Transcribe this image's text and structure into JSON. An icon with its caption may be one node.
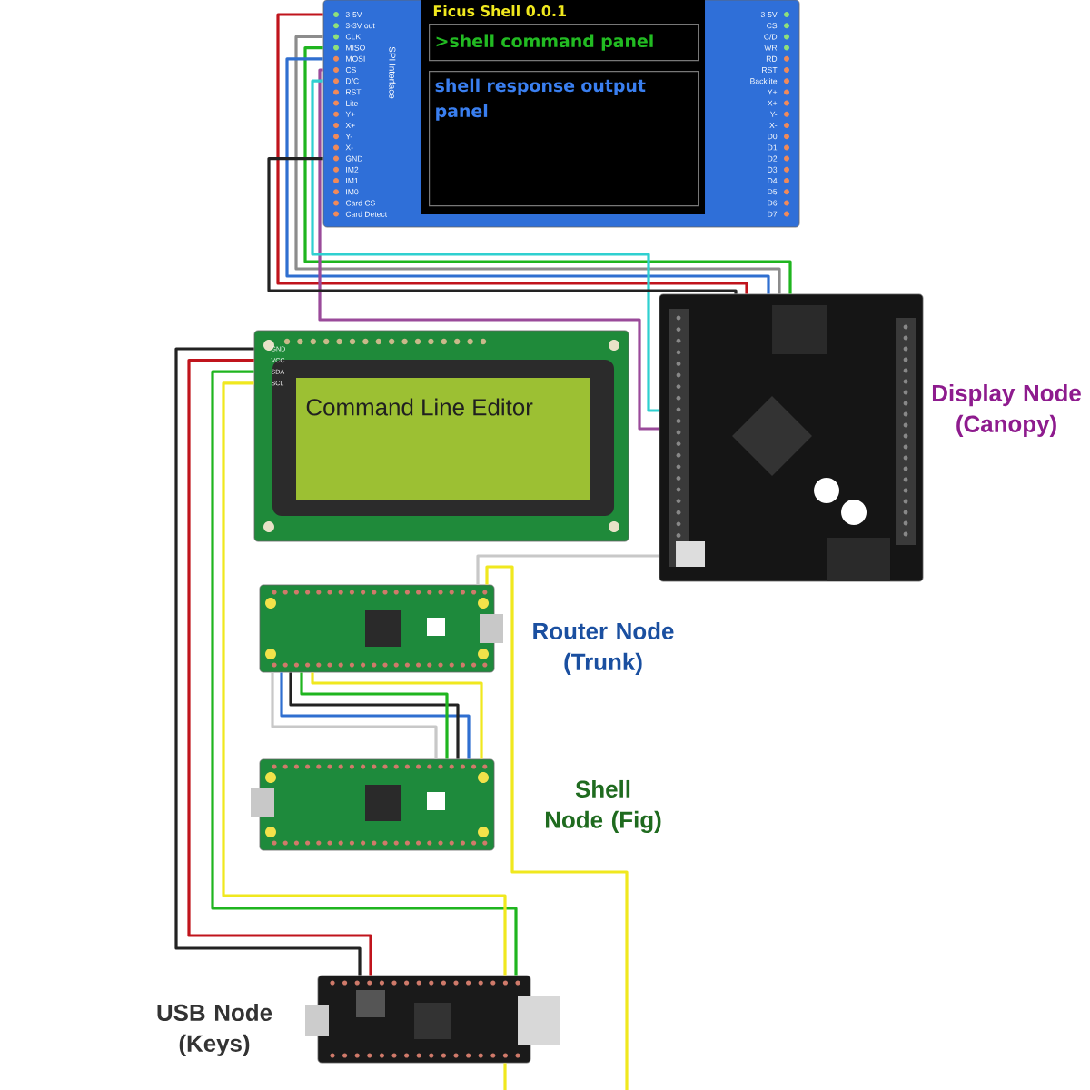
{
  "diagram": {
    "nodes": [
      {
        "text": [
          "Ficus Shell 0.0.1",
          ">shell command panel",
          "shell response output panel"
        ]
      },
      {
        "text": [
          "Command Line Editor"
        ]
      },
      {
        "text": [],
        "shape": "picture",
        "beside": [
          "Display Node (Canopy)"
        ]
      },
      {
        "text": [],
        "shape": "picture",
        "beside": [
          "Router Node (Trunk)"
        ]
      },
      {
        "text": [],
        "shape": "picture",
        "beside": [
          "Shell Node (Fig)"
        ]
      },
      {
        "text": [],
        "shape": "picture",
        "beside": [
          "USB Node (Keys)"
        ]
      }
    ],
    "edges": [
      {
        "from": 0,
        "to": 2,
        "arrow": "none",
        "color": "#c0141c"
      },
      {
        "from": 0,
        "to": 2,
        "arrow": "none",
        "color": "#8c8c8c"
      },
      {
        "from": 0,
        "to": 2,
        "arrow": "none",
        "color": "#1fb51f"
      },
      {
        "from": 0,
        "to": 2,
        "arrow": "none",
        "color": "#2f6fd0"
      },
      {
        "from": 0,
        "to": 2,
        "arrow": "none",
        "color": "#9a4a9a"
      },
      {
        "from": 0,
        "to": 2,
        "arrow": "none",
        "color": "#2fd0d0"
      },
      {
        "from": 0,
        "to": 2,
        "arrow": "none",
        "color": "#222222"
      },
      {
        "from": 1,
        "to": 5,
        "arrow": "none",
        "color": "#222222"
      },
      {
        "from": 1,
        "to": 5,
        "arrow": "none",
        "color": "#c0141c"
      },
      {
        "from": 1,
        "to": 5,
        "arrow": "none",
        "color": "#1fb51f"
      },
      {
        "from": 1,
        "to": 5,
        "arrow": "none",
        "color": "#f0e81e"
      },
      {
        "from": 2,
        "to": 3,
        "arrow": "none",
        "color": "#c8c8c8"
      },
      {
        "from": 3,
        "to": null,
        "arrow": "none",
        "color": "#f0e81e"
      },
      {
        "from": 3,
        "to": 4,
        "arrow": "none",
        "color": "#c8c8c8"
      },
      {
        "from": 3,
        "to": 4,
        "arrow": "none",
        "color": "#2f6fd0"
      },
      {
        "from": 3,
        "to": 4,
        "arrow": "none",
        "color": "#222222"
      },
      {
        "from": 3,
        "to": 4,
        "arrow": "none",
        "color": "#1fb51f"
      },
      {
        "from": 3,
        "to": 4,
        "arrow": "none",
        "color": "#f0e81e"
      },
      {
        "from": 5,
        "to": null,
        "arrow": "none",
        "color": "#f0e81e"
      }
    ],
    "labels": [
      "3-5V",
      "3-3V out",
      "CLK",
      "MISO",
      "MOSI",
      "CS",
      "D/C",
      "RST",
      "Lite",
      "Y+",
      "X+",
      "Y-",
      "X-",
      "GND",
      "IM2",
      "IM1",
      "IM0",
      "Card CS",
      "Card Detect",
      "SPI Interface",
      "3-5V",
      "CS",
      "C/D",
      "WR",
      "RD",
      "RST",
      "Backlite",
      "Y+",
      "X+",
      "Y-",
      "X-",
      "D0",
      "D1",
      "D2",
      "D3",
      "D4",
      "D5",
      "D6",
      "D7",
      "GND",
      "VCC",
      "SDA",
      "SCL"
    ]
  }
}
